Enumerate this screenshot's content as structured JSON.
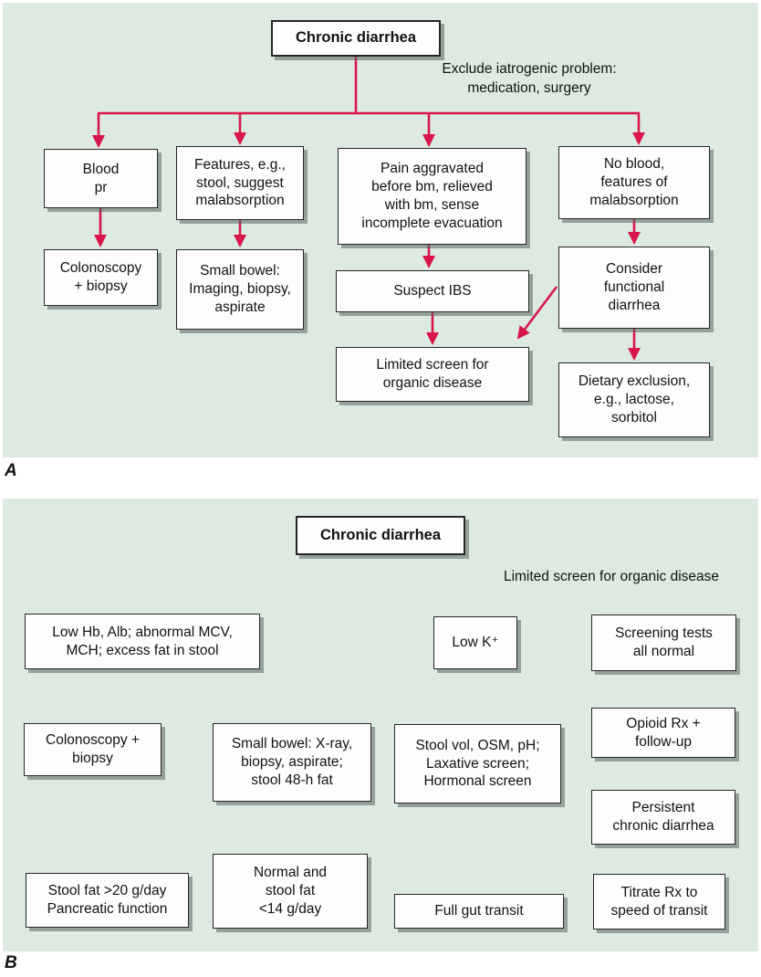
{
  "colors": {
    "panel_background": "#dceae1",
    "arrow": "#d9164a",
    "box_fill": "#fdfdfd",
    "box_border": "#262626",
    "text": "#121212"
  },
  "panel_a": {
    "label": "A",
    "root": "Chronic diarrhea",
    "note": "Exclude iatrogenic problem:\nmedication, surgery",
    "nodes": {
      "blood": "Blood\npr",
      "features": "Features, e.g.,\nstool, suggest\nmalabsorption",
      "pain": "Pain aggravated\nbefore bm, relieved\nwith bm, sense\nincomplete evacuation",
      "no_blood": "No blood,\nfeatures of\nmalabsorption",
      "colonoscopy": "Colonoscopy\n+ biopsy",
      "small_bowel": "Small bowel:\nImaging, biopsy,\naspirate",
      "suspect_ibs": "Suspect IBS",
      "consider_functional": "Consider\nfunctional\ndiarrhea",
      "limited_screen": "Limited screen for\norganic disease",
      "dietary_exclusion": "Dietary exclusion,\ne.g., lactose,\nsorbitol"
    }
  },
  "panel_b": {
    "label": "B",
    "root": "Chronic diarrhea",
    "note": "Limited screen for organic disease",
    "nodes": {
      "low_hb": "Low Hb, Alb; abnormal MCV,\nMCH; excess fat in stool",
      "low_k": "Low K⁺",
      "screening": "Screening tests\nall normal",
      "colonoscopy": "Colonoscopy +\nbiopsy",
      "small_bowel": "Small bowel: X-ray,\nbiopsy, aspirate;\nstool 48-h fat",
      "stool_vol": "Stool vol, OSM, pH;\nLaxative screen;\nHormonal screen",
      "opioid": "Opioid Rx +\nfollow-up",
      "persistent": "Persistent\nchronic diarrhea",
      "stool_fat": "Stool fat >20 g/day\nPancreatic function",
      "normal_stool": "Normal and\nstool fat\n<14 g/day",
      "full_gut": "Full gut transit",
      "titrate": "Titrate Rx to\nspeed of transit"
    }
  }
}
